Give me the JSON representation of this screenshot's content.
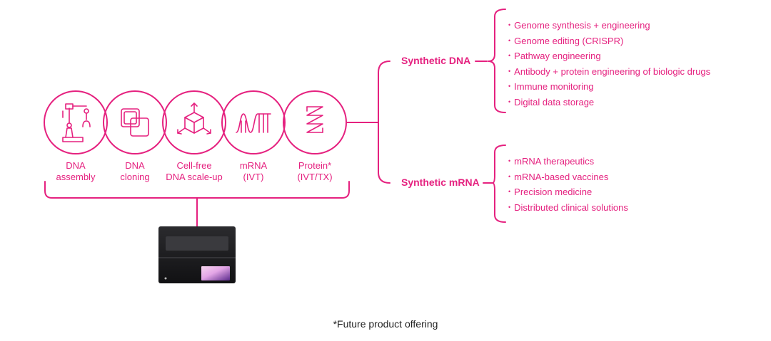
{
  "colors": {
    "accent": "#E5217F",
    "device_body": "#1c1c1e",
    "footnote_text": "#222222"
  },
  "workflow_steps": [
    {
      "icon": "robot-arm-icon",
      "label_line1": "DNA",
      "label_line2": "assembly"
    },
    {
      "icon": "overlapping-squares-icon",
      "label_line1": "DNA",
      "label_line2": "cloning"
    },
    {
      "icon": "cube-arrows-icon",
      "label_line1": "Cell-free",
      "label_line2": "DNA scale-up"
    },
    {
      "icon": "mrna-strand-icon",
      "label_line1": "mRNA",
      "label_line2": "(IVT)"
    },
    {
      "icon": "protein-helix-icon",
      "label_line1": "Protein*",
      "label_line2": "(IVT/TX)"
    }
  ],
  "branches": [
    {
      "title": "Synthetic DNA",
      "applications": [
        "Genome synthesis + engineering",
        "Genome editing (CRISPR)",
        "Pathway engineering",
        "Antibody + protein engineering of biologic drugs",
        "Immune monitoring",
        "Digital data storage"
      ]
    },
    {
      "title": "Synthetic mRNA",
      "applications": [
        "mRNA therapeutics",
        "mRNA-based vaccines",
        "Precision medicine",
        "Distributed clinical solutions"
      ]
    }
  ],
  "device": {
    "icon": "benchtop-instrument-icon"
  },
  "footnote": "*Future product offering"
}
